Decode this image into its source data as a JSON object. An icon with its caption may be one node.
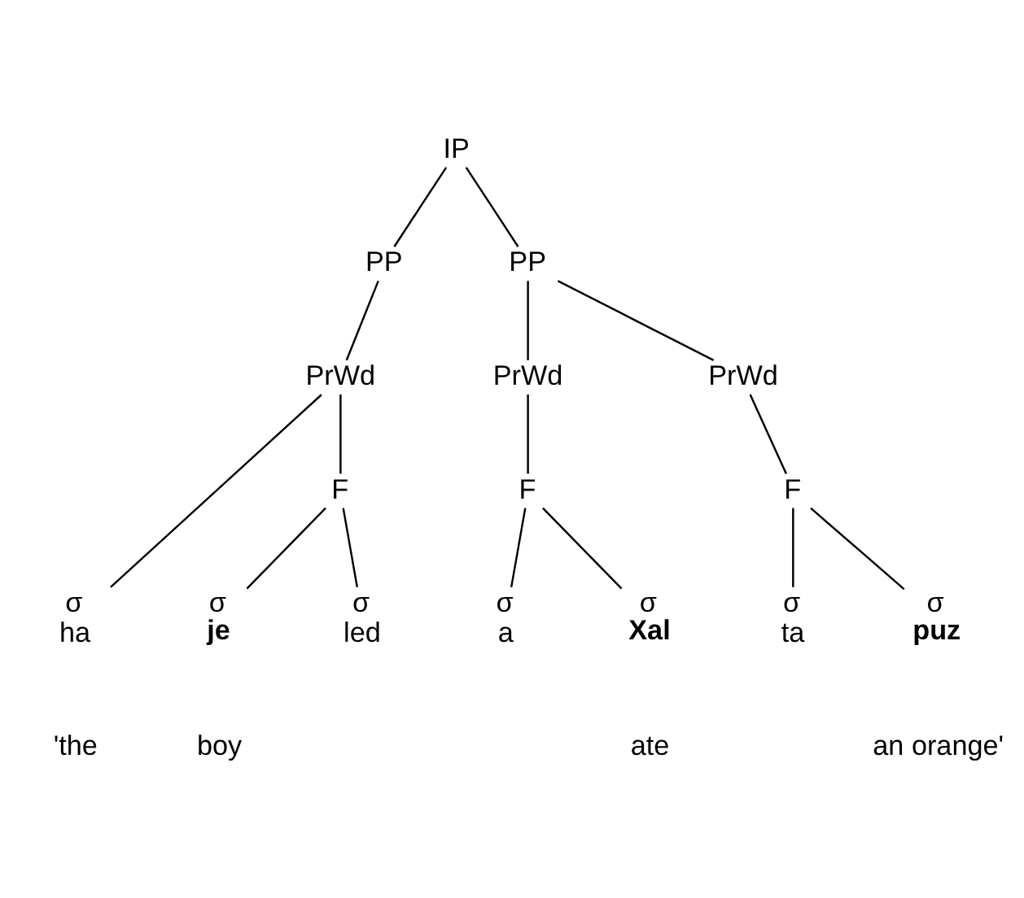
{
  "diagram": {
    "nodes": [
      {
        "text": [
          "IP"
        ]
      },
      {
        "text": [
          "PP"
        ]
      },
      {
        "text": [
          "PP"
        ]
      },
      {
        "text": [
          "PrWd"
        ]
      },
      {
        "text": [
          "PrWd"
        ]
      },
      {
        "text": [
          "PrWd"
        ]
      },
      {
        "text": [
          "F"
        ]
      },
      {
        "text": [
          "F"
        ]
      },
      {
        "text": [
          "F"
        ]
      },
      {
        "text": [
          "σ",
          "ha"
        ]
      },
      {
        "text": [
          "σ",
          "**je**"
        ]
      },
      {
        "text": [
          "σ",
          "led"
        ]
      },
      {
        "text": [
          "σ",
          "a"
        ]
      },
      {
        "text": [
          "σ",
          "**Xal**"
        ]
      },
      {
        "text": [
          "σ",
          "ta"
        ]
      },
      {
        "text": [
          "σ",
          "**puz**"
        ]
      }
    ],
    "edges": [
      {
        "from": 0,
        "to": 1,
        "arrow": "none"
      },
      {
        "from": 0,
        "to": 2,
        "arrow": "none"
      },
      {
        "from": 1,
        "to": 3,
        "arrow": "none"
      },
      {
        "from": 2,
        "to": 4,
        "arrow": "none"
      },
      {
        "from": 2,
        "to": 5,
        "arrow": "none"
      },
      {
        "from": 3,
        "to": 9,
        "arrow": "none"
      },
      {
        "from": 3,
        "to": 6,
        "arrow": "none"
      },
      {
        "from": 4,
        "to": 7,
        "arrow": "none"
      },
      {
        "from": 5,
        "to": 8,
        "arrow": "none"
      },
      {
        "from": 6,
        "to": 10,
        "arrow": "none"
      },
      {
        "from": 6,
        "to": 11,
        "arrow": "none"
      },
      {
        "from": 7,
        "to": 12,
        "arrow": "none"
      },
      {
        "from": 7,
        "to": 13,
        "arrow": "none"
      },
      {
        "from": 8,
        "to": 14,
        "arrow": "none"
      },
      {
        "from": 8,
        "to": 15,
        "arrow": "none"
      }
    ],
    "labels": [
      "'the",
      "boy",
      "ate",
      "an orange'"
    ]
  }
}
